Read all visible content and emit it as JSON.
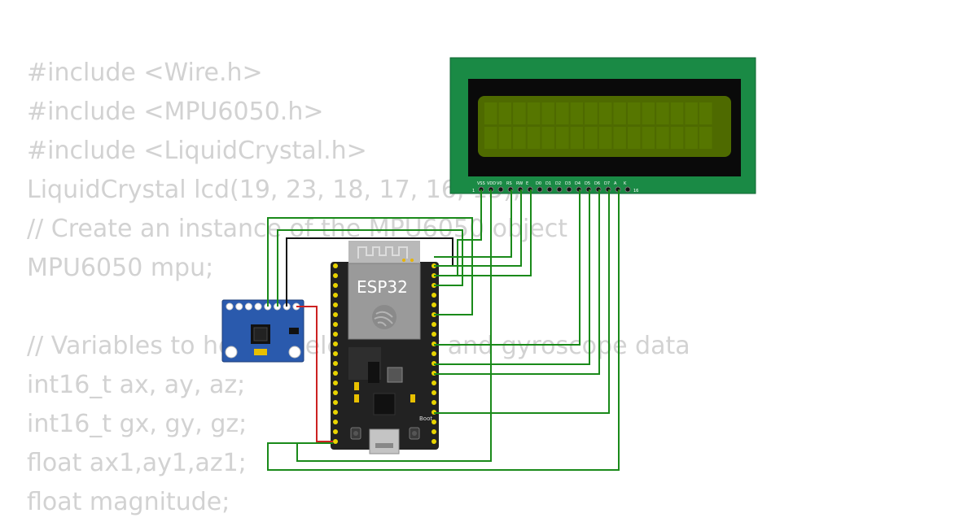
{
  "code_lines": [
    "#include <Wire.h>",
    "#include <MPU6050.h>",
    "#include <LiquidCrystal.h>",
    "LiquidCrystal lcd(19, 23, 18, 17, 16, 15);",
    "// Create an instance of the MPU6050 object",
    "MPU6050 mpu;",
    "",
    "// Variables to hold accelerometer and gyroscope data",
    "int16_t ax, ay, az;",
    "int16_t gx, gy, gz;",
    "float ax1,ay1,az1;",
    "float magnitude;"
  ],
  "lcd": {
    "pin_labels": [
      "VSS",
      "VDD",
      "V0",
      "RS",
      "RW",
      "E",
      "D0",
      "D1",
      "D2",
      "D3",
      "D4",
      "D5",
      "D6",
      "D7",
      "A",
      "K"
    ],
    "pin_first": "1",
    "pin_last": "16"
  },
  "esp32": {
    "label": "ESP32",
    "boot_label": "Boot"
  },
  "colors": {
    "code_text": "#d2d2d2",
    "lcd_board": "#1a8a45",
    "lcd_screen": "#4e6a00",
    "esp32_board": "#222222",
    "mpu_board": "#2a5aad",
    "wire_green": "#1a8a1a",
    "wire_black": "#111111",
    "wire_red": "#cc2222",
    "pin_gold": "#e8d400"
  }
}
